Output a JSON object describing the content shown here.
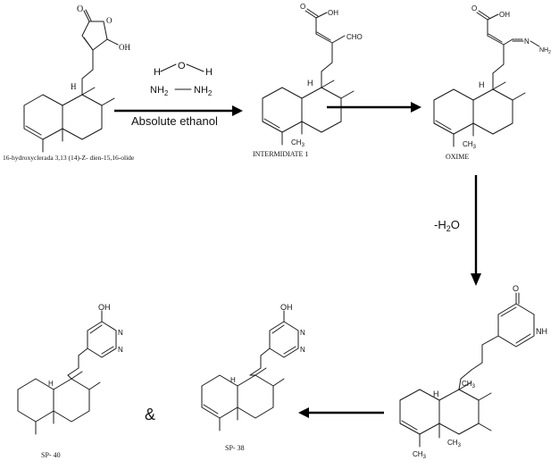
{
  "reagent": {
    "O": "O",
    "H_left": "H",
    "H_right": "H",
    "NH2_left": "NH",
    "NH2_right": "NH",
    "sub2": "2",
    "condition": "Absolute ethanol"
  },
  "dehydration": {
    "prefix": "-H",
    "sub": "2",
    "suffix": "O"
  },
  "compounds": {
    "start": {
      "label": "16-hydroxyclerada 3,13 (14)-Z- dien-15,16-olide",
      "ring_O": "O",
      "carbonyl_O": "O",
      "OH": "OH",
      "H": "H"
    },
    "intermediate": {
      "label": "INTERMIDIATE 1",
      "acid": "OH",
      "acid_O": "O",
      "aldehyde": "CHO",
      "H": "H",
      "CH3": "CH",
      "sub3": "3"
    },
    "oxime": {
      "label": "OXIME",
      "acid": "OH",
      "acid_O": "O",
      "N": "N",
      "NH2": "NH",
      "sub2": "2",
      "H": "H",
      "CH3": "CH",
      "sub3": "3"
    },
    "pyridazinone": {
      "O": "O",
      "NH": "NH",
      "N": "N",
      "H": "H",
      "CH3": "CH",
      "sub3": "3"
    },
    "sp38": {
      "label": "SP- 38",
      "OH": "OH",
      "N1": "N",
      "N2": "N",
      "H": "H"
    },
    "sp40": {
      "label": "SP- 40",
      "OH": "OH",
      "N1": "N",
      "N2": "N",
      "H": "H"
    }
  },
  "ampersand": "&"
}
